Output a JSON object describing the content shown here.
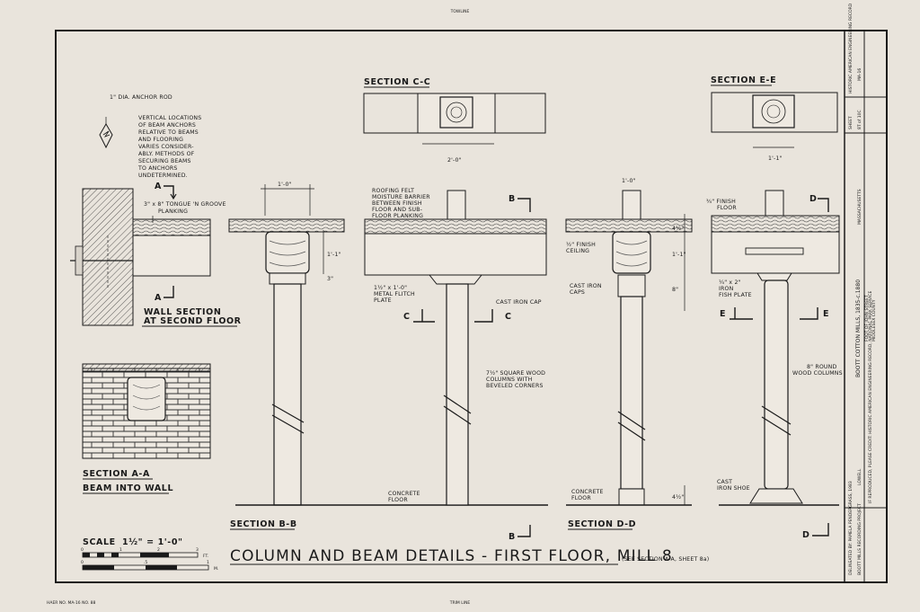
{
  "sheet": {
    "top_mark": "TOWLINE",
    "bottom_mark": "TRIM LINE",
    "bottom_left_mark": "HAER NO. MA-16 NO. 88"
  },
  "title": {
    "main": "COLUMN AND BEAM DETAILS - FIRST FLOOR, MILL 8",
    "note": "(SEE SECTION A-A, SHEET 8a)"
  },
  "scale": {
    "label": "SCALE",
    "ratio": "1½\" = 1'-0\"",
    "ticks_ft": [
      "0",
      "1",
      "2",
      "3"
    ],
    "unit_ft": "FT.",
    "ticks_m": [
      "0",
      ".5",
      "1"
    ],
    "unit_m": "M."
  },
  "sections": {
    "wall": {
      "title_1": "WALL SECTION",
      "title_2": "AT SECOND FLOOR"
    },
    "aa": {
      "title": "SECTION A-A",
      "subtitle": "BEAM INTO WALL"
    },
    "bb": {
      "title": "SECTION B-B"
    },
    "cc": {
      "title": "SECTION C-C"
    },
    "dd": {
      "title": "SECTION D-D"
    },
    "ee": {
      "title": "SECTION E-E"
    }
  },
  "cut_marks": {
    "a": "A",
    "b": "B",
    "c": "C",
    "d": "D",
    "e": "E"
  },
  "notes": {
    "anchor_rod": "1\" DIA. ANCHOR ROD",
    "vertical_1": "VERTICAL LOCATIONS",
    "vertical_2": "OF BEAM ANCHORS",
    "vertical_3": "RELATIVE TO BEAMS",
    "vertical_4": "AND FLOORING",
    "vertical_5": "VARIES CONSIDER-",
    "vertical_6": "ABLY. METHODS OF",
    "vertical_7": "SECURING BEAMS",
    "vertical_8": "TO ANCHORS",
    "vertical_9": "UNDETERMINED.",
    "planking": "3\" x 8\" TONGUE 'N GROOVE",
    "planking_2": "PLANKING",
    "roofing_1": "ROOFING FELT",
    "roofing_2": "MOISTURE BARRIER",
    "roofing_3": "BETWEEN FINISH",
    "roofing_4": "FLOOR AND SUB-",
    "roofing_5": "FLOOR PLANKING",
    "flitch_1": "1½\" x 1'-0\"",
    "flitch_2": "METAL FLITCH",
    "flitch_3": "PLATE",
    "cast_cap": "CAST IRON CAP",
    "square_col_1": "7½\" SQUARE WOOD",
    "square_col_2": "COLUMNS WITH",
    "square_col_3": "BEVELED CORNERS",
    "concrete_1": "CONCRETE",
    "concrete_2": "FLOOR",
    "finish_ceiling_1": "½\" FINISH",
    "finish_ceiling_2": "CEILING",
    "cast_caps_1": "CAST IRON",
    "cast_caps_2": "CAPS",
    "finish_floor_1": "¾\" FINISH",
    "finish_floor_2": "FLOOR",
    "fish_1": "¼\" x 2\"",
    "fish_2": "IRON",
    "fish_3": "FISH PLATE",
    "round_col_1": "8\" ROUND",
    "round_col_2": "WOOD COLUMNS",
    "shoe_1": "CAST",
    "shoe_2": "IRON SHOE"
  },
  "dims": {
    "cc_width": "2'-0\"",
    "ee_width": "1'-1\"",
    "bb_top": "1'-0\"",
    "bb_height": "1'-1\"",
    "bb_small": "3\"",
    "dd_top": "1'-0\"",
    "dd_a": "4½\"",
    "dd_b": "1'-1\"",
    "dd_c": "8\"",
    "dd_bottom": "4½\""
  },
  "title_block": {
    "project": "BOOTT COTTON MILLS, 1835-c.1880",
    "address_1": "FOOT OF JOHN STREET",
    "address_2": "MIDDLESEX COUNTY",
    "city": "LOWELL",
    "state": "MASSACHUSETTS",
    "agency": "HISTORIC AMERICAN ENGINEERING RECORD",
    "record_no": "MA-16",
    "sheet_label": "SHEET",
    "sheet_no": "8T of 10C",
    "delineator": "DELINEATED BY: PAMELA PENDERGRASS, 1983",
    "team": "BOOTT MILLS RECORDING PROJECT",
    "footer": "IF REPRODUCED, PLEASE CREDIT: HISTORIC AMERICAN ENGINEERING RECORD, NATIONAL PARK SERVICE"
  }
}
